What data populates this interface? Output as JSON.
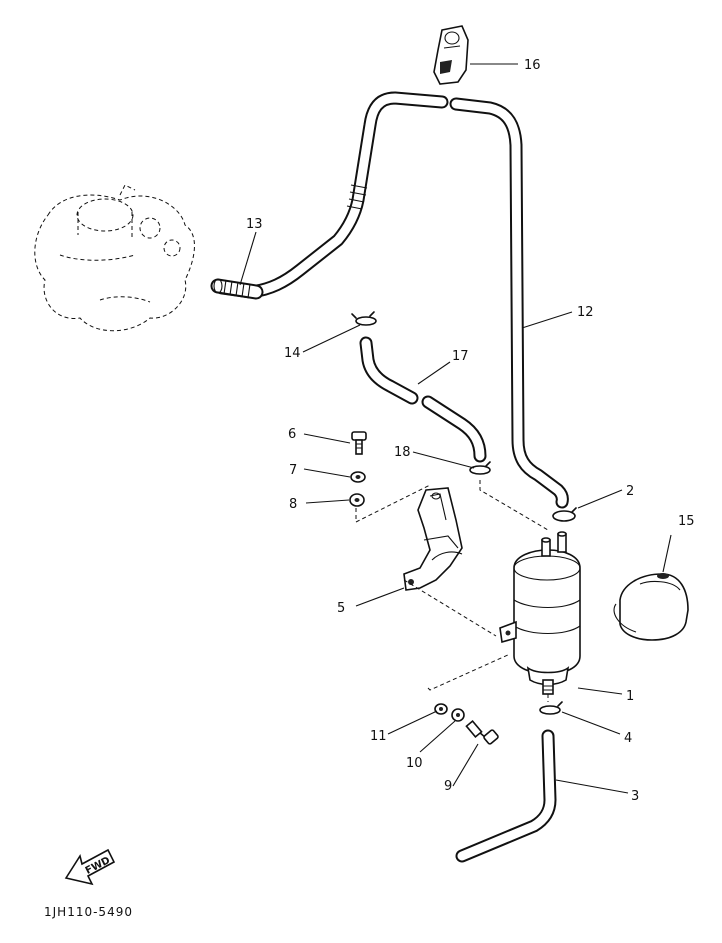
{
  "diagram": {
    "code": "1JH110-5490",
    "direction_label": "FWD",
    "callouts": [
      {
        "id": "c1",
        "label": "1"
      },
      {
        "id": "c2",
        "label": "2"
      },
      {
        "id": "c3",
        "label": "3"
      },
      {
        "id": "c4",
        "label": "4"
      },
      {
        "id": "c5",
        "label": "5"
      },
      {
        "id": "c6",
        "label": "6"
      },
      {
        "id": "c7",
        "label": "7"
      },
      {
        "id": "c8",
        "label": "8"
      },
      {
        "id": "c9",
        "label": "9"
      },
      {
        "id": "c10",
        "label": "10"
      },
      {
        "id": "c11",
        "label": "11"
      },
      {
        "id": "c12",
        "label": "12"
      },
      {
        "id": "c13",
        "label": "13"
      },
      {
        "id": "c14",
        "label": "14"
      },
      {
        "id": "c15",
        "label": "15"
      },
      {
        "id": "c16",
        "label": "16"
      },
      {
        "id": "c17",
        "label": "17"
      },
      {
        "id": "c18",
        "label": "18"
      }
    ]
  }
}
